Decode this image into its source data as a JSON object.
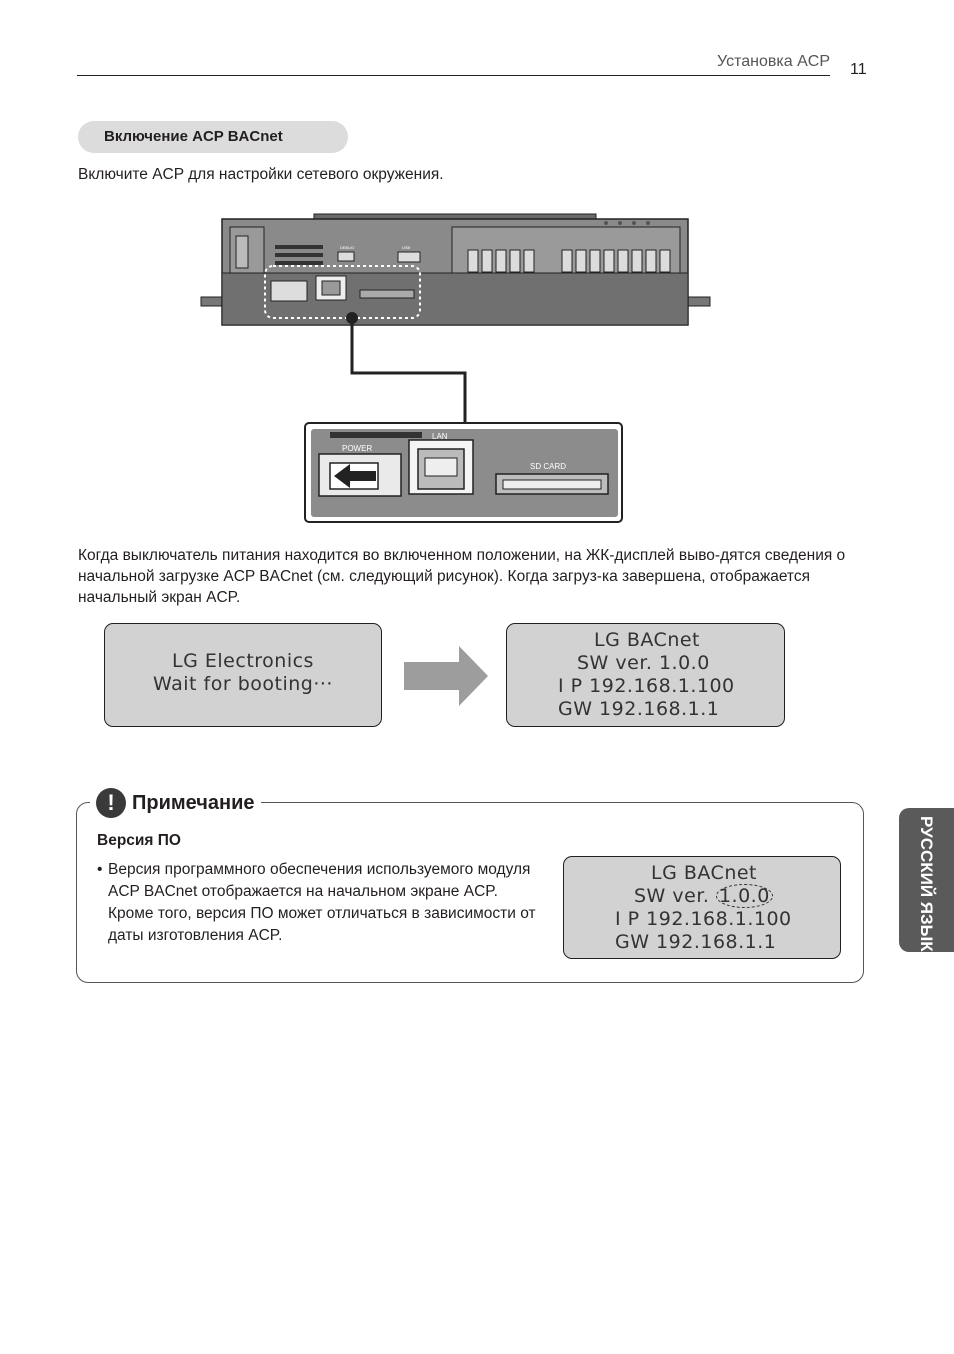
{
  "header": {
    "title": "Установка ACP",
    "page_number": "11"
  },
  "section": {
    "title": "Включение ACP BACnet"
  },
  "intro_text": "Включите ACP для настройки сетевого окружения.",
  "device": {
    "labels": {
      "debug": "DEBUG",
      "usb": "USB",
      "power": "POWER",
      "lan": "LAN",
      "sd_card": "SD CARD"
    }
  },
  "boot_paragraph": "Когда выключатель питания находится во включенном положении, на ЖК-дисплей выво-дятся сведения о начальной загрузке ACP BACnet (см. следующий рисунок). Когда загруз-ка завершена, отображается начальный экран ACP.",
  "lcd_boot": {
    "line1": "LG Electronics",
    "line2": "Wait for booting···"
  },
  "lcd_ready": {
    "line1": "LG BACnet",
    "line2": "SW ver. 1.0.0",
    "line3": "I P 192.168.1.100",
    "line4": "GW 192.168.1.1"
  },
  "note": {
    "icon": "exclamation-icon",
    "title": "Примечание",
    "subtitle": "Версия ПО",
    "bullet": "Версия программного обеспечения используемого модуля ACP BACnet отображается на начальном экране ACP. Кроме того, версия ПО может отличаться в зависимости от даты изготовления ACP.",
    "lcd": {
      "line1": "LG BACnet",
      "line2_prefix": "SW ver. ",
      "line2_version": "1.0.0",
      "line3": "I P 192.168.1.100",
      "line4": "GW 192.168.1.1"
    }
  },
  "side_tab": {
    "label": "РУССКИЙ ЯЗЫК"
  }
}
